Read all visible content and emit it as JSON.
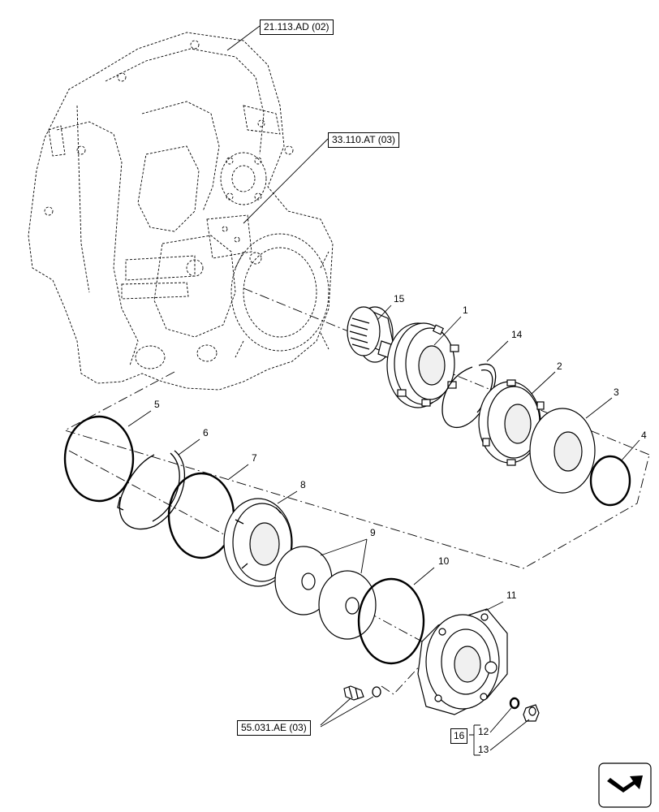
{
  "references": {
    "ref_top": "21.113.AD (02)",
    "ref_mid": "33.110.AT (03)",
    "ref_bottom": "55.031.AE (03)"
  },
  "kit_label": "16",
  "callouts": [
    "1",
    "2",
    "3",
    "4",
    "5",
    "6",
    "7",
    "8",
    "9",
    "10",
    "11",
    "12",
    "13",
    "14",
    "15"
  ]
}
